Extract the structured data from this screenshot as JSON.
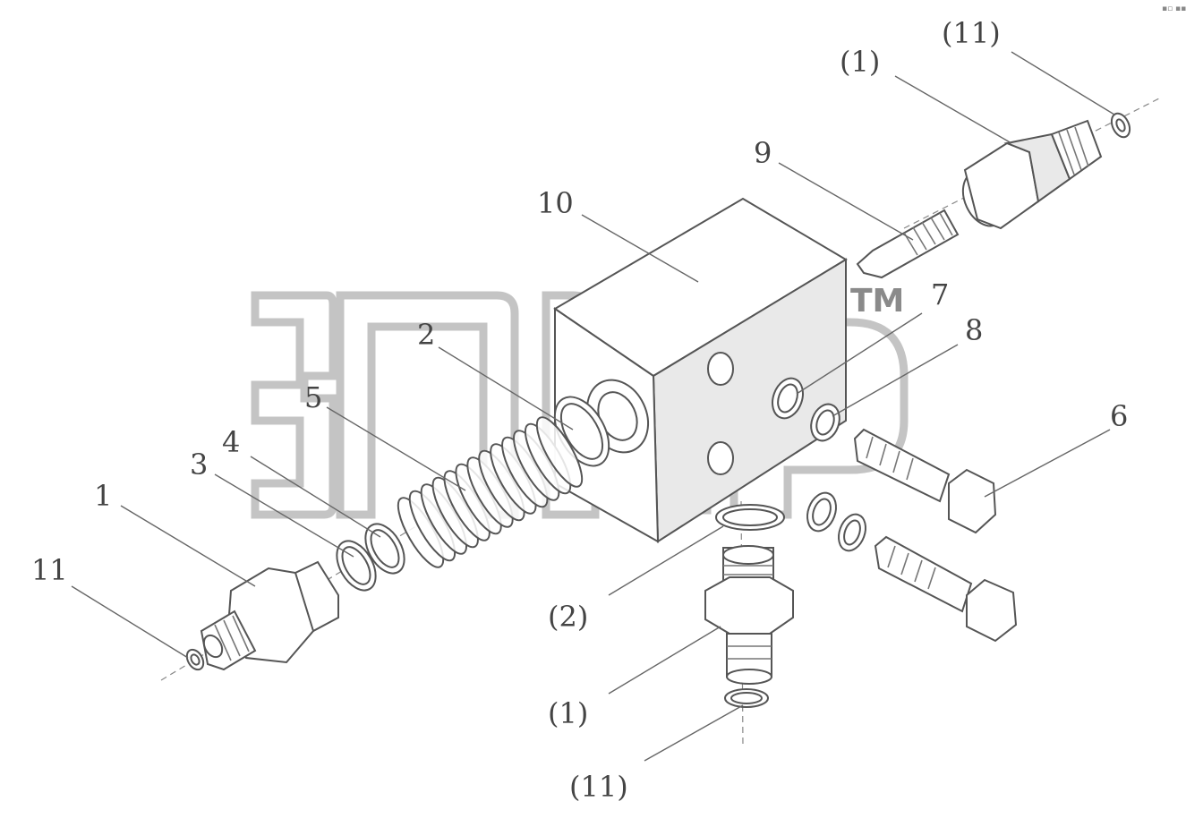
{
  "watermark": {
    "trademark": "TM"
  },
  "corner_mark": "▪▫ ▪▪▪",
  "callouts": {
    "c1_right_top": "(1)",
    "c11_right_top": "(11)",
    "c9": "9",
    "c10": "10",
    "c7": "7",
    "c8": "8",
    "c2": "2",
    "c5": "5",
    "c4": "4",
    "c3": "3",
    "c1_left": "1",
    "c11_left": "11",
    "c6": "6",
    "c2_bottom": "(2)",
    "c1_bottom": "(1)",
    "c11_bottom": "(11)"
  }
}
